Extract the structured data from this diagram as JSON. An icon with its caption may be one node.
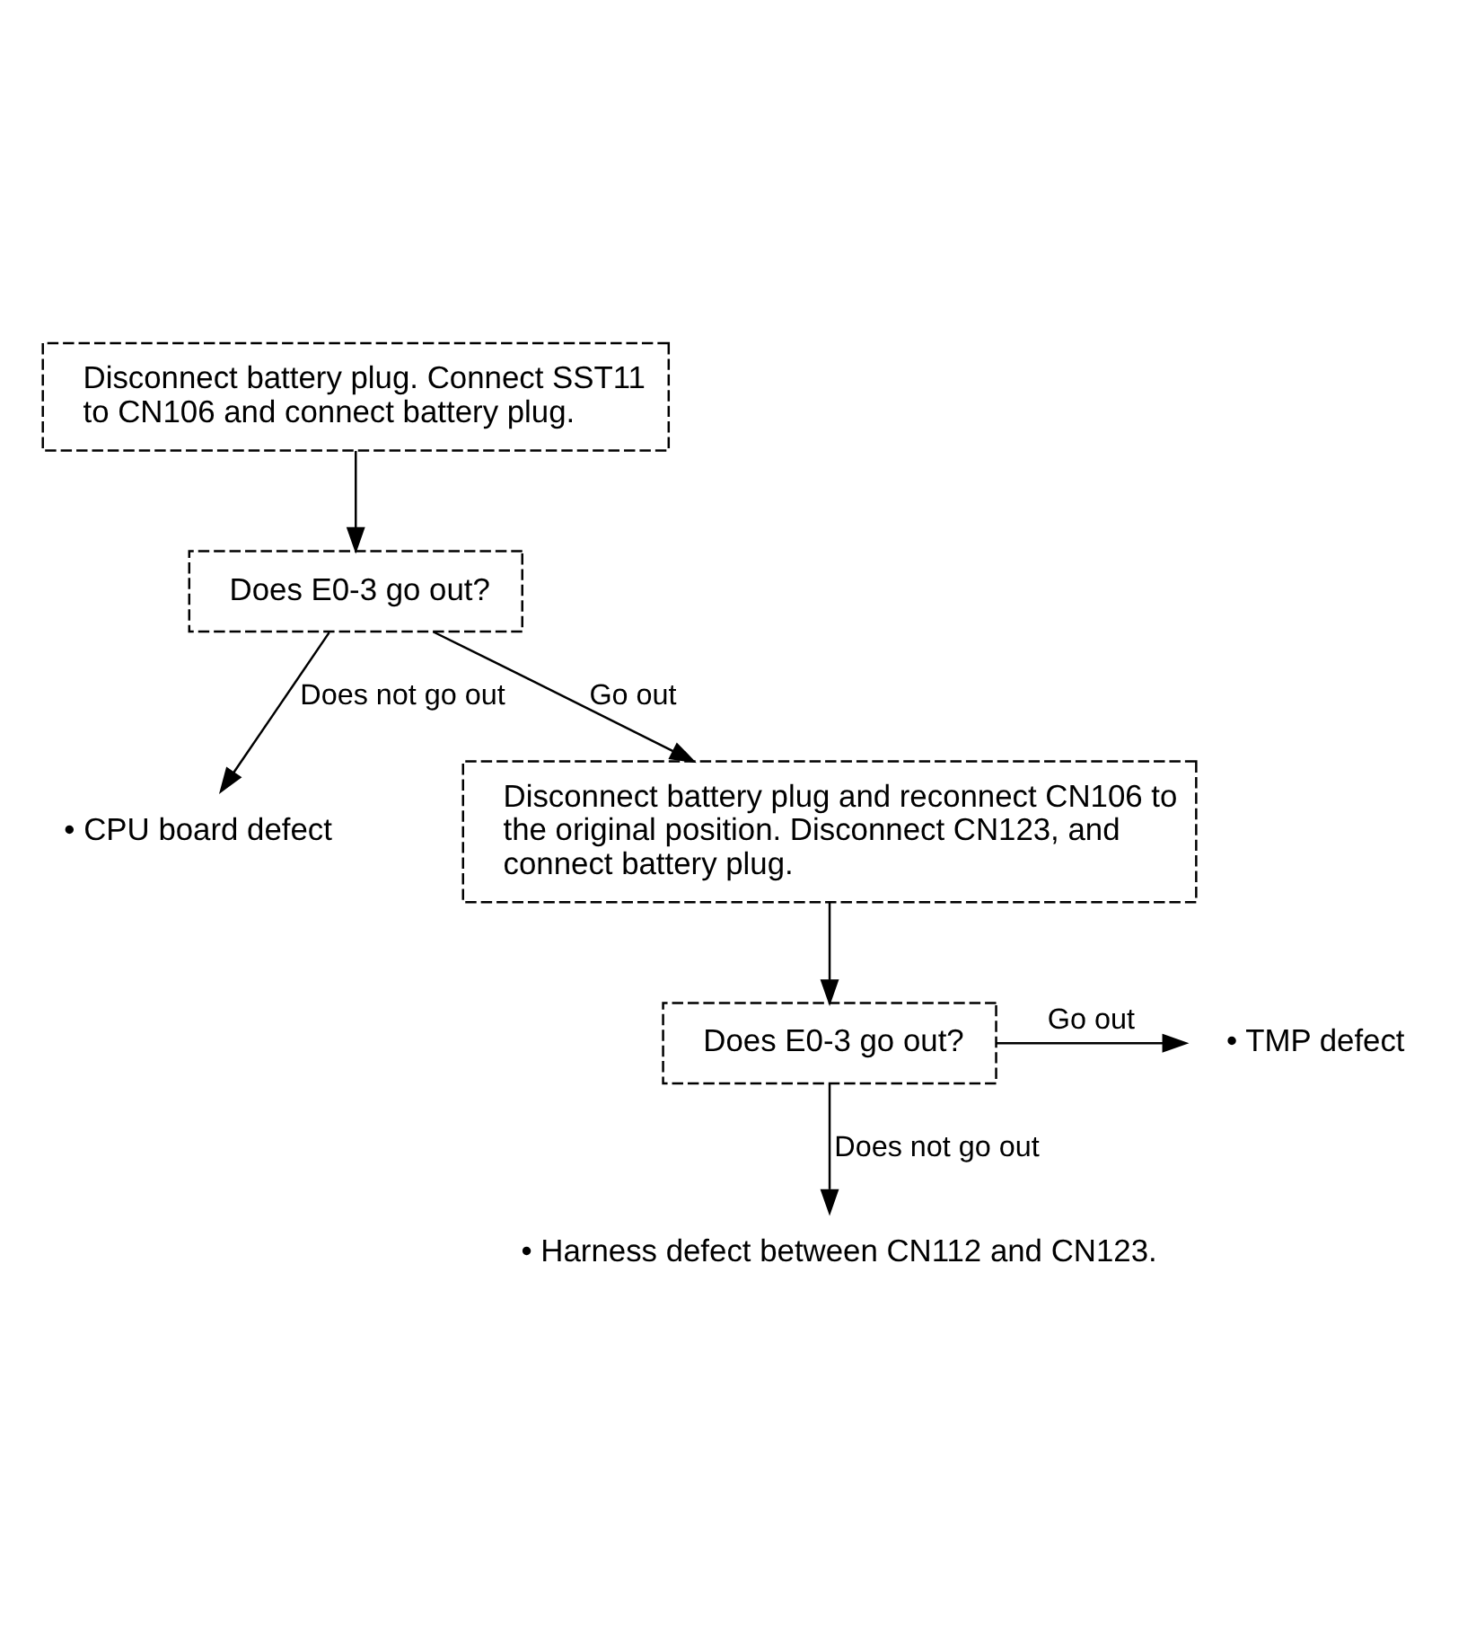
{
  "diagram": {
    "nodes": [
      {
        "text": [
          "Disconnect battery plug. Connect SST11 to CN106 and connect battery plug."
        ]
      },
      {
        "text": [
          "Does E0-3 go out?"
        ]
      },
      {
        "text": [
          "• CPU board defect"
        ]
      },
      {
        "text": [
          "Disconnect battery plug and reconnect CN106 to the original position. Disconnect CN123, and connect battery plug."
        ]
      },
      {
        "text": [
          "Does E0-3 go out?"
        ]
      },
      {
        "text": [
          "• TMP defect"
        ]
      },
      {
        "text": [
          "• Harness defect between CN112 and CN123."
        ]
      }
    ],
    "edges": [
      {
        "from": 0,
        "to": 1,
        "arrow": "to"
      },
      {
        "from": 1,
        "to": 3,
        "arrow": "to",
        "label": "Go out"
      },
      {
        "from": 1,
        "to": 2,
        "arrow": "to",
        "label": "Does not go out"
      },
      {
        "from": 3,
        "to": 4,
        "arrow": "to"
      },
      {
        "from": 4,
        "to": 5,
        "arrow": "to",
        "label": "Go out"
      },
      {
        "from": 4,
        "to": 6,
        "arrow": "to",
        "label": "Does not go out"
      }
    ]
  }
}
